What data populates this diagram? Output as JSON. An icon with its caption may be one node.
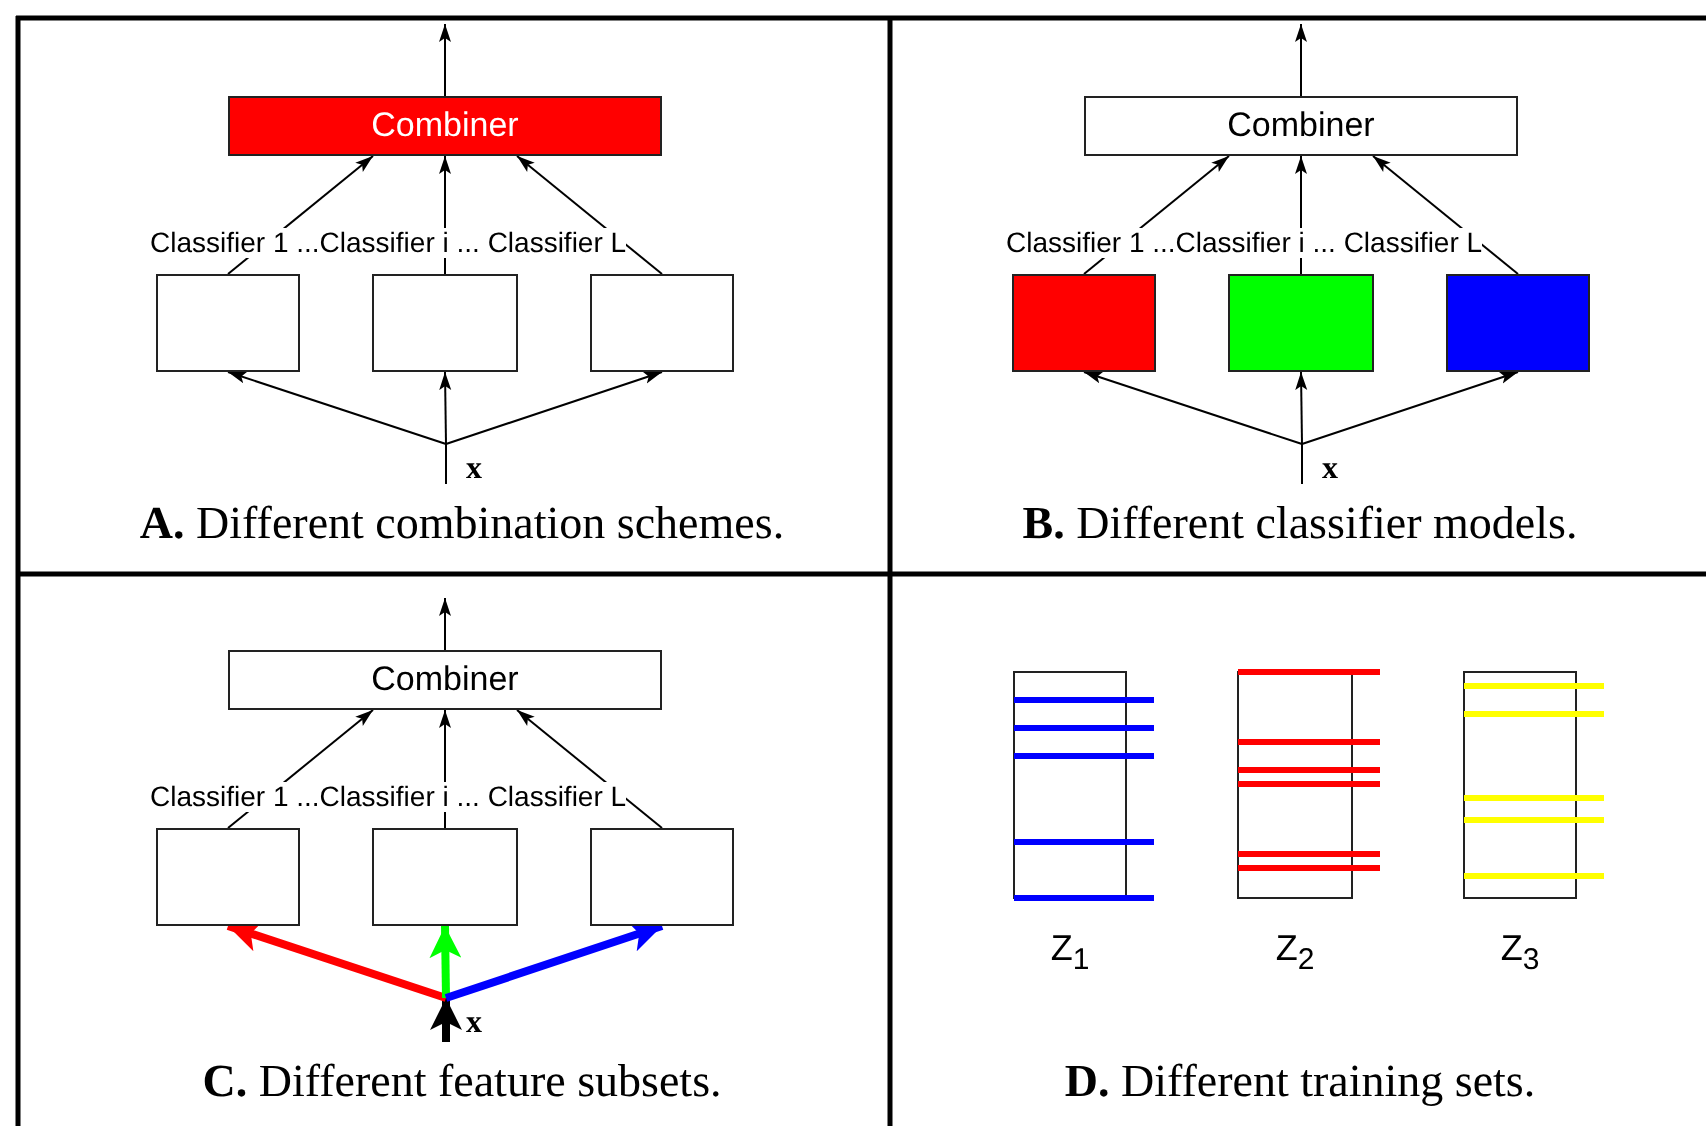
{
  "diagram": {
    "nodes": [
      {
        "text": [
          "Combiner"
        ]
      },
      {
        "text": [],
        "shape": "box"
      },
      {
        "text": [],
        "shape": "box"
      },
      {
        "text": [],
        "shape": "box"
      },
      {
        "text": [
          "x"
        ]
      },
      {
        "text": [
          "Combiner"
        ]
      },
      {
        "text": [],
        "shape": "box"
      },
      {
        "text": [],
        "shape": "box"
      },
      {
        "text": [],
        "shape": "box"
      },
      {
        "text": [
          "x"
        ]
      },
      {
        "text": [
          "Combiner"
        ]
      },
      {
        "text": [],
        "shape": "box"
      },
      {
        "text": [],
        "shape": "box"
      },
      {
        "text": [],
        "shape": "box"
      },
      {
        "text": [
          "x"
        ]
      },
      {
        "text": [
          "Z$_{1}$"
        ]
      },
      {
        "text": [
          "Z$_{2}$"
        ]
      },
      {
        "text": [
          "Z$_{3}$"
        ]
      }
    ],
    "edges": [
      {
        "from": 0,
        "to": null,
        "arrow": "to"
      },
      {
        "from": 1,
        "to": 0,
        "arrow": "to"
      },
      {
        "from": 2,
        "to": 0,
        "arrow": "to"
      },
      {
        "from": 3,
        "to": 0,
        "arrow": "to"
      },
      {
        "from": null,
        "to": 4,
        "arrow": "none"
      },
      {
        "from": 4,
        "to": 1,
        "arrow": "to"
      },
      {
        "from": 4,
        "to": 2,
        "arrow": "to"
      },
      {
        "from": 4,
        "to": 3,
        "arrow": "to"
      },
      {
        "from": 5,
        "to": null,
        "arrow": "to"
      },
      {
        "from": 6,
        "to": 5,
        "arrow": "to"
      },
      {
        "from": 7,
        "to": 5,
        "arrow": "to"
      },
      {
        "from": 8,
        "to": 5,
        "arrow": "to"
      },
      {
        "from": null,
        "to": 9,
        "arrow": "none"
      },
      {
        "from": 9,
        "to": 6,
        "arrow": "to"
      },
      {
        "from": 9,
        "to": 7,
        "arrow": "to"
      },
      {
        "from": 9,
        "to": 8,
        "arrow": "to"
      },
      {
        "from": 10,
        "to": null,
        "arrow": "to"
      },
      {
        "from": 11,
        "to": 10,
        "arrow": "to"
      },
      {
        "from": 12,
        "to": 10,
        "arrow": "to"
      },
      {
        "from": 13,
        "to": 10,
        "arrow": "to"
      },
      {
        "from": null,
        "to": 14,
        "arrow": "to",
        "style": "thick"
      },
      {
        "from": 14,
        "to": 11,
        "arrow": "to",
        "style": "thick",
        "color": "#ff0000"
      },
      {
        "from": 14,
        "to": 12,
        "arrow": "to",
        "style": "thick",
        "color": "#00ff00"
      },
      {
        "from": 14,
        "to": 13,
        "arrow": "to",
        "style": "thick",
        "color": "#0000ff"
      }
    ],
    "labels": [
      "Classifier 1 ...Classifier i ... Classifier L",
      "Classifier 1 ...Classifier i ... Classifier L",
      "**A.** Different combination schemes.",
      "**B.** Different classifier models.",
      "Classifier 1 ...Classifier i ... Classifier L",
      "**C.** Different feature subsets.",
      "**D.** Different training sets."
    ]
  }
}
